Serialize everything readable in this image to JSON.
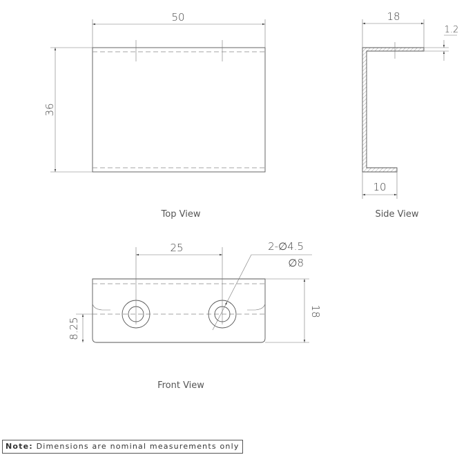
{
  "top_view": {
    "label": "Top View",
    "width_dim": "50",
    "height_dim": "36"
  },
  "side_view": {
    "label": "Side View",
    "top_dim": "18",
    "bottom_dim": "10",
    "thickness_dim": "1.2"
  },
  "front_view": {
    "label": "Front View",
    "spacing_dim": "25",
    "hole_callout": "2-∅4.5",
    "counterbore_callout": "∅8",
    "height_dim": "18",
    "hole_height_dim": "8.25"
  },
  "note": {
    "prefix": "Note:",
    "text": "Dimensions are nominal measurements only"
  },
  "colors": {
    "line": "#555555",
    "hatch": "#777777"
  }
}
